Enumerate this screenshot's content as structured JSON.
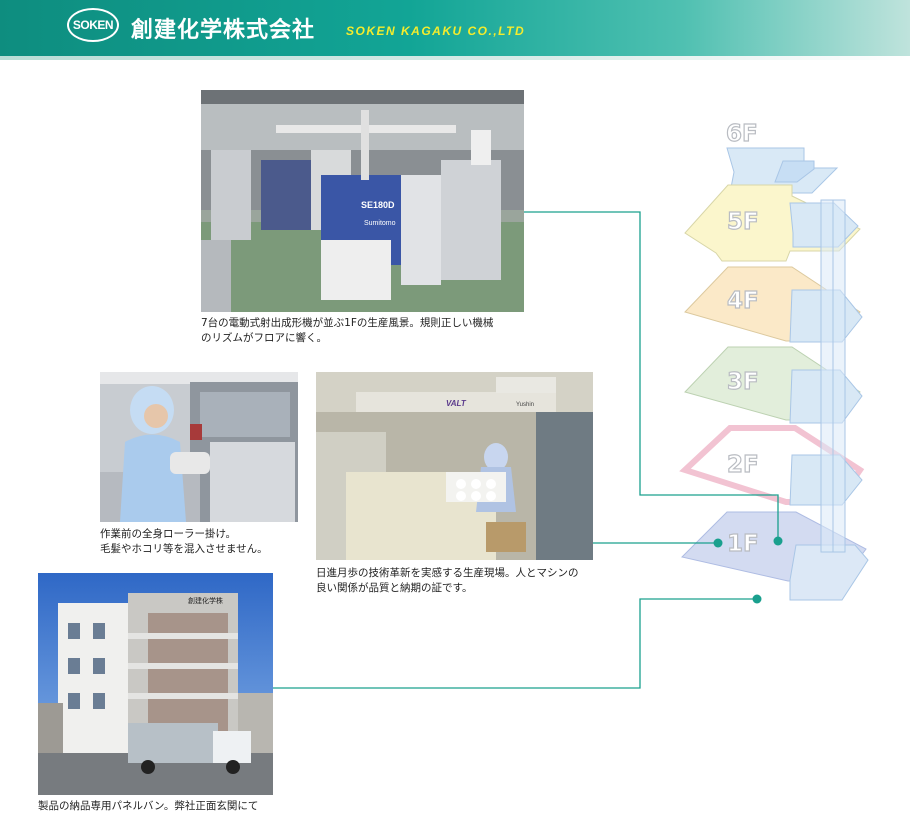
{
  "header": {
    "logo_text": "SOKEN",
    "company_name_jp": "創建化学株式会社",
    "company_name_en": "SOKEN KAGAKU CO.,LTD"
  },
  "photos": {
    "factory_floor": {
      "caption_line1": "7台の電動式射出成形機が並ぶ1Fの生産風景。規則正しい機械",
      "caption_line2": "のリズムがフロアに響く。",
      "machine_label": "SE180D",
      "brand_label": "Sumitomo"
    },
    "worker_roller": {
      "caption_line1": "作業前の全身ローラー掛け。",
      "caption_line2": "毛髪やホコリ等を混入させません。"
    },
    "production_line": {
      "caption_line1": "日進月歩の技術革新を実感する生産現場。人とマシンの",
      "caption_line2": "良い関係が品質と納期の証です。",
      "robot_label": "VALT",
      "brand_label": "Yushin"
    },
    "building": {
      "caption": "製品の納品専用パネルバン。弊社正面玄関にて",
      "sign_label": "創建化学株"
    }
  },
  "floors": [
    "6F",
    "5F",
    "4F",
    "3F",
    "2F",
    "1F"
  ],
  "colors": {
    "header_teal": "#0e8d7f",
    "accent_yellow": "#f4ec2d",
    "connector": "#1aa08e",
    "floor_6f": "#d9e9f6",
    "floor_5f": "#fbf6cc",
    "floor_4f": "#fbe9c8",
    "floor_3f": "#e2eedb",
    "floor_2f": "#f2c3d2",
    "floor_1f": "#d3dbf1"
  }
}
